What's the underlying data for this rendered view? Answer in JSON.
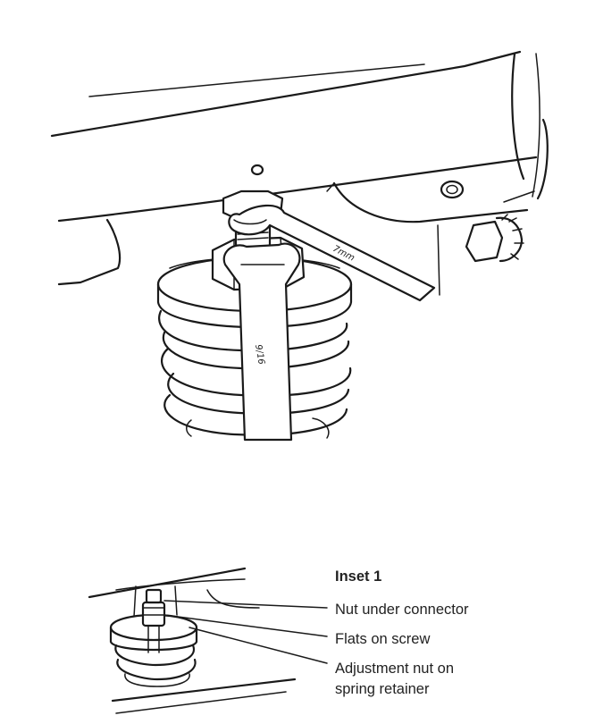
{
  "wrench_labels": {
    "upper": "7mm",
    "lower": "9/16"
  },
  "inset": {
    "title": "Inset 1",
    "callouts": [
      {
        "lines": [
          "Nut under connector"
        ]
      },
      {
        "lines": [
          "Flats on screw"
        ]
      },
      {
        "lines": [
          "Adjustment nut on",
          "spring retainer"
        ]
      }
    ]
  }
}
